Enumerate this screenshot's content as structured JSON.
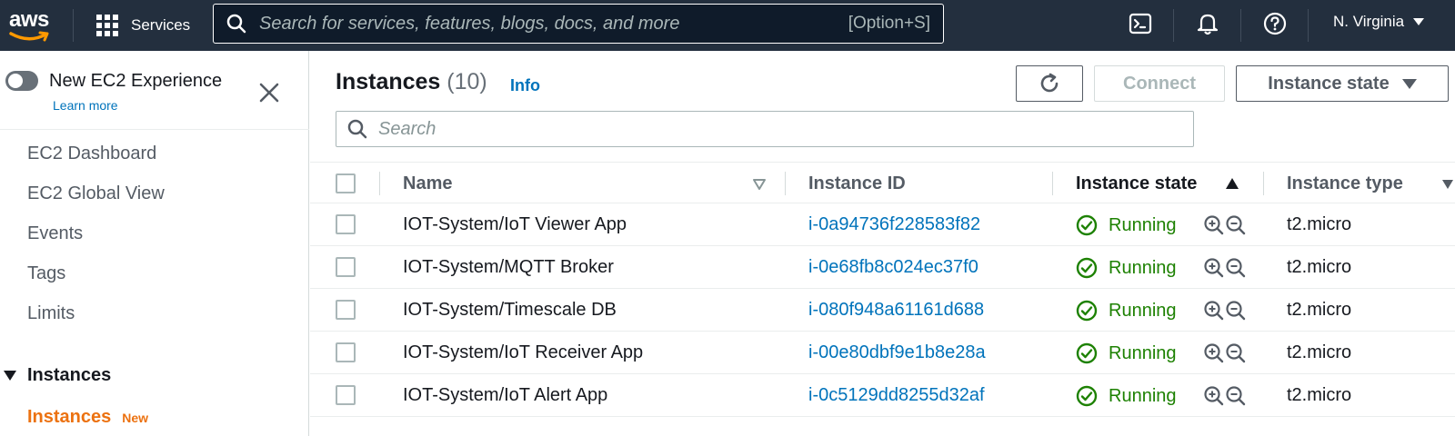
{
  "topbar": {
    "logo_text": "aws",
    "services_label": "Services",
    "search_placeholder": "Search for services, features, blogs, docs, and more",
    "search_shortcut": "[Option+S]",
    "region": "N. Virginia"
  },
  "sidebar": {
    "experience_title": "New EC2 Experience",
    "learn_more": "Learn more",
    "items": [
      "EC2 Dashboard",
      "EC2 Global View",
      "Events",
      "Tags",
      "Limits"
    ],
    "section_label": "Instances",
    "active_item": "Instances",
    "active_badge": "New"
  },
  "main": {
    "title": "Instances",
    "count": "(10)",
    "info": "Info",
    "connect_label": "Connect",
    "instance_state_label": "Instance state",
    "search_placeholder": "Search",
    "columns": [
      "Name",
      "Instance ID",
      "Instance state",
      "Instance type"
    ],
    "rows": [
      {
        "name": "IOT-System/IoT Viewer App",
        "id": "i-0a94736f228583f82",
        "state": "Running",
        "type": "t2.micro"
      },
      {
        "name": "IOT-System/MQTT Broker",
        "id": "i-0e68fb8c024ec37f0",
        "state": "Running",
        "type": "t2.micro"
      },
      {
        "name": "IOT-System/Timescale DB",
        "id": "i-080f948a61161d688",
        "state": "Running",
        "type": "t2.micro"
      },
      {
        "name": "IOT-System/IoT Receiver App",
        "id": "i-00e80dbf9e1b8e28a",
        "state": "Running",
        "type": "t2.micro"
      },
      {
        "name": "IOT-System/IoT Alert App",
        "id": "i-0c5129dd8255d32af",
        "state": "Running",
        "type": "t2.micro"
      }
    ]
  },
  "colors": {
    "topbar_bg": "#232f3e",
    "link": "#0073bb",
    "running": "#1d8102",
    "active_nav": "#ec7211"
  },
  "icons": [
    "grid-icon",
    "search-icon",
    "cloudshell-icon",
    "bell-icon",
    "help-icon",
    "close-icon",
    "refresh-icon",
    "sort-icon",
    "status-running-icon",
    "zoom-in-icon",
    "zoom-out-icon"
  ]
}
